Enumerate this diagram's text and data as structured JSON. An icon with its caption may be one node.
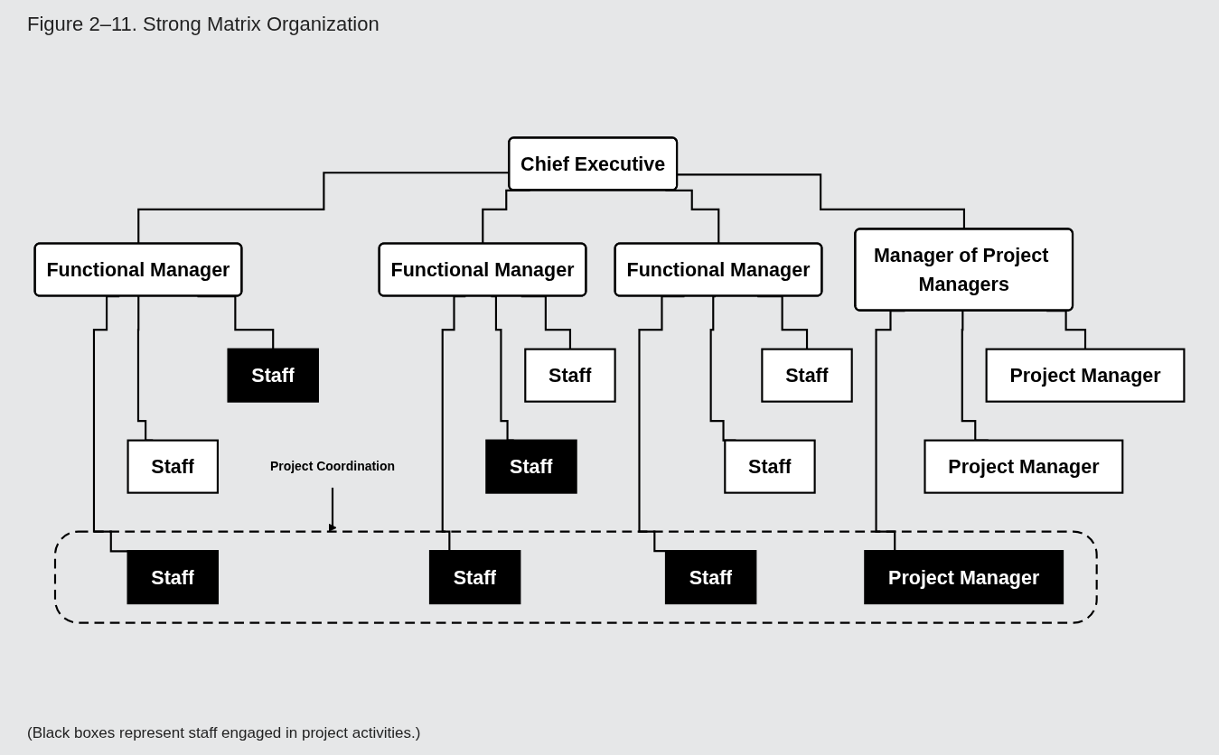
{
  "diagram": {
    "title": "Figure 2–11. Strong Matrix Organization",
    "nodes": [
      {
        "text": [
          "Chief Executive"
        ]
      },
      {
        "text": [
          "Functional Manager"
        ]
      },
      {
        "text": [
          "Functional Manager"
        ]
      },
      {
        "text": [
          "Functional Manager"
        ]
      },
      {
        "text": [
          "Manager of Project Managers"
        ]
      },
      {
        "text": [
          "Staff"
        ]
      },
      {
        "text": [
          "Staff"
        ]
      },
      {
        "text": [
          "Staff"
        ]
      },
      {
        "text": [
          "Project Manager"
        ]
      },
      {
        "text": [
          "Staff"
        ]
      },
      {
        "text": [
          "Staff"
        ]
      },
      {
        "text": [
          "Staff"
        ]
      },
      {
        "text": [
          "Project Manager"
        ]
      },
      {
        "text": [],
        "shape": "box"
      },
      {
        "text": [
          "Staff"
        ],
        "in": 13
      },
      {
        "text": [
          "Staff"
        ],
        "in": 13
      },
      {
        "text": [
          "Staff"
        ],
        "in": 13
      },
      {
        "text": [
          "Project Manager"
        ],
        "in": 13
      },
      {
        "text": [
          "Project Coordination"
        ]
      }
    ],
    "edges": [
      {
        "from": 0,
        "to": 1,
        "arrow": "none"
      },
      {
        "from": 0,
        "to": 2,
        "arrow": "none"
      },
      {
        "from": 0,
        "to": 3,
        "arrow": "none"
      },
      {
        "from": 0,
        "to": 4,
        "arrow": "none"
      },
      {
        "from": 1,
        "to": 5,
        "arrow": "none"
      },
      {
        "from": 1,
        "to": 9,
        "arrow": "none"
      },
      {
        "from": 1,
        "to": 14,
        "arrow": "none"
      },
      {
        "from": 2,
        "to": 6,
        "arrow": "none"
      },
      {
        "from": 2,
        "to": 10,
        "arrow": "none"
      },
      {
        "from": 2,
        "to": 15,
        "arrow": "none"
      },
      {
        "from": 3,
        "to": 7,
        "arrow": "none"
      },
      {
        "from": 3,
        "to": 11,
        "arrow": "none"
      },
      {
        "from": 3,
        "to": 16,
        "arrow": "none"
      },
      {
        "from": 4,
        "to": 8,
        "arrow": "none"
      },
      {
        "from": 4,
        "to": 12,
        "arrow": "none"
      },
      {
        "from": 4,
        "to": 17,
        "arrow": "none"
      },
      {
        "from": 18,
        "to": 13,
        "arrow": "to"
      }
    ],
    "labels": [
      "(Black boxes represent staff engaged in project activities.)"
    ]
  }
}
